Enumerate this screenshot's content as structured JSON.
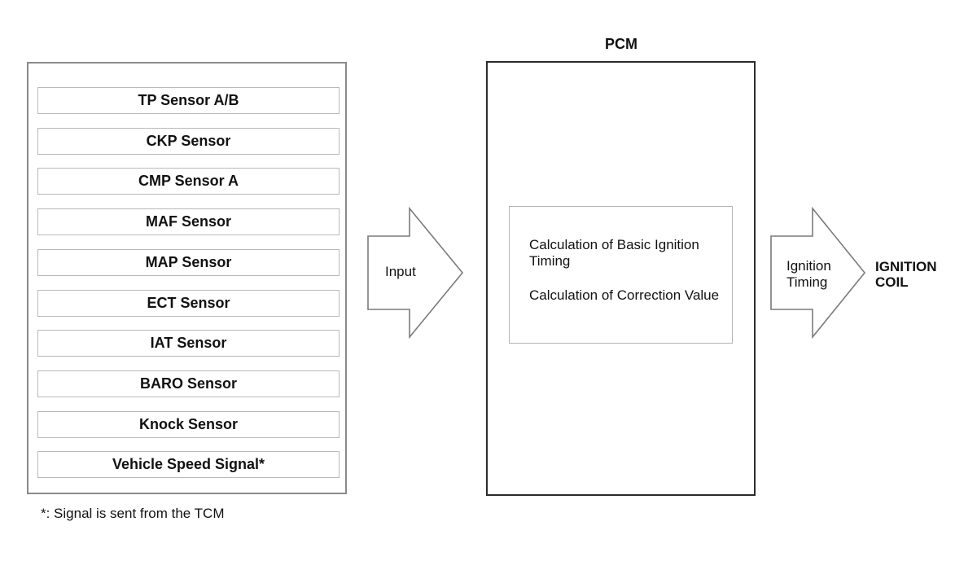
{
  "sensors": {
    "items": [
      "TP Sensor A/B",
      "CKP Sensor",
      "CMP Sensor A",
      "MAF Sensor",
      "MAP Sensor",
      "ECT Sensor",
      "IAT Sensor",
      "BARO Sensor",
      "Knock Sensor",
      "Vehicle Speed Signal*"
    ]
  },
  "footnote": "*: Signal is sent from the TCM",
  "input_arrow": {
    "label": "Input"
  },
  "pcm": {
    "title": "PCM",
    "calc_basic": "Calculation of Basic Ignition Timing",
    "calc_correction": "Calculation of Correction Value"
  },
  "output_arrow": {
    "label": "Ignition Timing"
  },
  "output_target": "IGNITION COIL",
  "colors": {
    "panel_border": "#8a8a8a",
    "sensor_box_border": "#b9b9b9",
    "pcm_border": "#2a2a2a",
    "arrow_stroke": "#7a7a7a"
  }
}
